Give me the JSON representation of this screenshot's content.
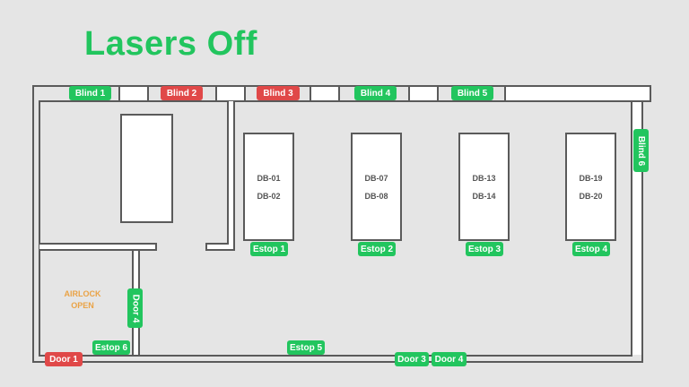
{
  "title": "Lasers Off",
  "colors": {
    "title": "#22c55e",
    "ok": "#22c55e",
    "alert": "#e04848",
    "airlock": "#eaa346",
    "wall": "#5a5a5a"
  },
  "blinds": [
    {
      "label": "Blind 1",
      "state": "ok"
    },
    {
      "label": "Blind 2",
      "state": "alert"
    },
    {
      "label": "Blind 3",
      "state": "alert"
    },
    {
      "label": "Blind 4",
      "state": "ok"
    },
    {
      "label": "Blind 5",
      "state": "ok"
    },
    {
      "label": "Blind 6",
      "state": "ok"
    }
  ],
  "desks": [
    {
      "line1": "DB-01",
      "line2": "DB-02"
    },
    {
      "line1": "DB-07",
      "line2": "DB-08"
    },
    {
      "line1": "DB-13",
      "line2": "DB-14"
    },
    {
      "line1": "DB-19",
      "line2": "DB-20"
    }
  ],
  "estops": [
    {
      "label": "Estop 1",
      "state": "ok"
    },
    {
      "label": "Estop 2",
      "state": "ok"
    },
    {
      "label": "Estop 3",
      "state": "ok"
    },
    {
      "label": "Estop 4",
      "state": "ok"
    },
    {
      "label": "Estop 5",
      "state": "ok"
    },
    {
      "label": "Estop 6",
      "state": "ok"
    }
  ],
  "doors": [
    {
      "label": "Door 1",
      "state": "alert"
    },
    {
      "label": "Door 3",
      "state": "ok"
    },
    {
      "label": "Door 4",
      "state": "ok"
    }
  ],
  "airlock_door": {
    "label": "Door 4",
    "state": "ok"
  },
  "airlock_status": {
    "line1": "AIRLOCK",
    "line2": "OPEN"
  }
}
